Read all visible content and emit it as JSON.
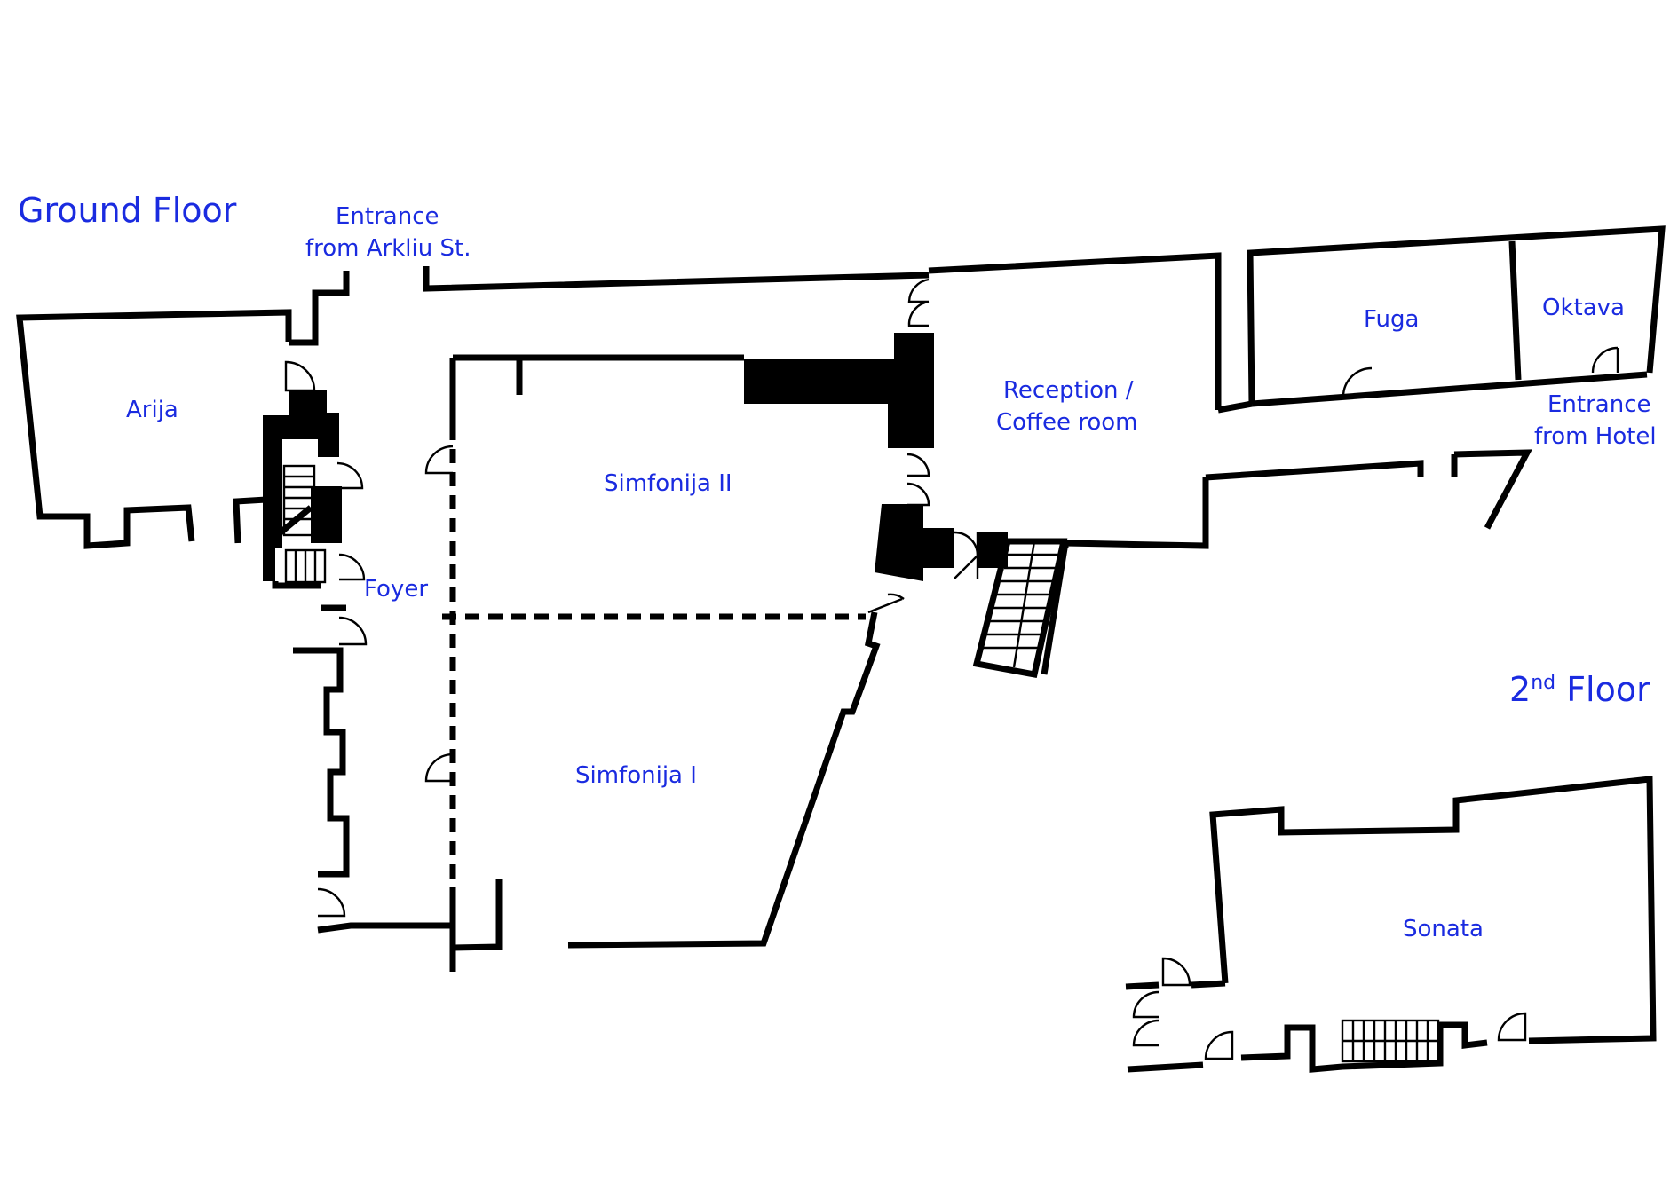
{
  "floors": {
    "ground": "Ground Floor",
    "second_num": "2",
    "second_sup": "nd",
    "second_rest": " Floor"
  },
  "rooms": {
    "entrance_arkliu_line1": "Entrance",
    "entrance_arkliu_line2": "from Arkliu St.",
    "arija": "Arija",
    "foyer": "Foyer",
    "simfonija_2": "Simfonija II",
    "simfonija_1": "Simfonija I",
    "reception_line1": "Reception /",
    "reception_line2": "Coffee room",
    "fuga": "Fuga",
    "oktava": "Oktava",
    "entrance_hotel_line1": "Entrance",
    "entrance_hotel_line2": "from Hotel",
    "sonata": "Sonata"
  },
  "colors": {
    "label": "#1a2be0",
    "wall": "#000000"
  }
}
